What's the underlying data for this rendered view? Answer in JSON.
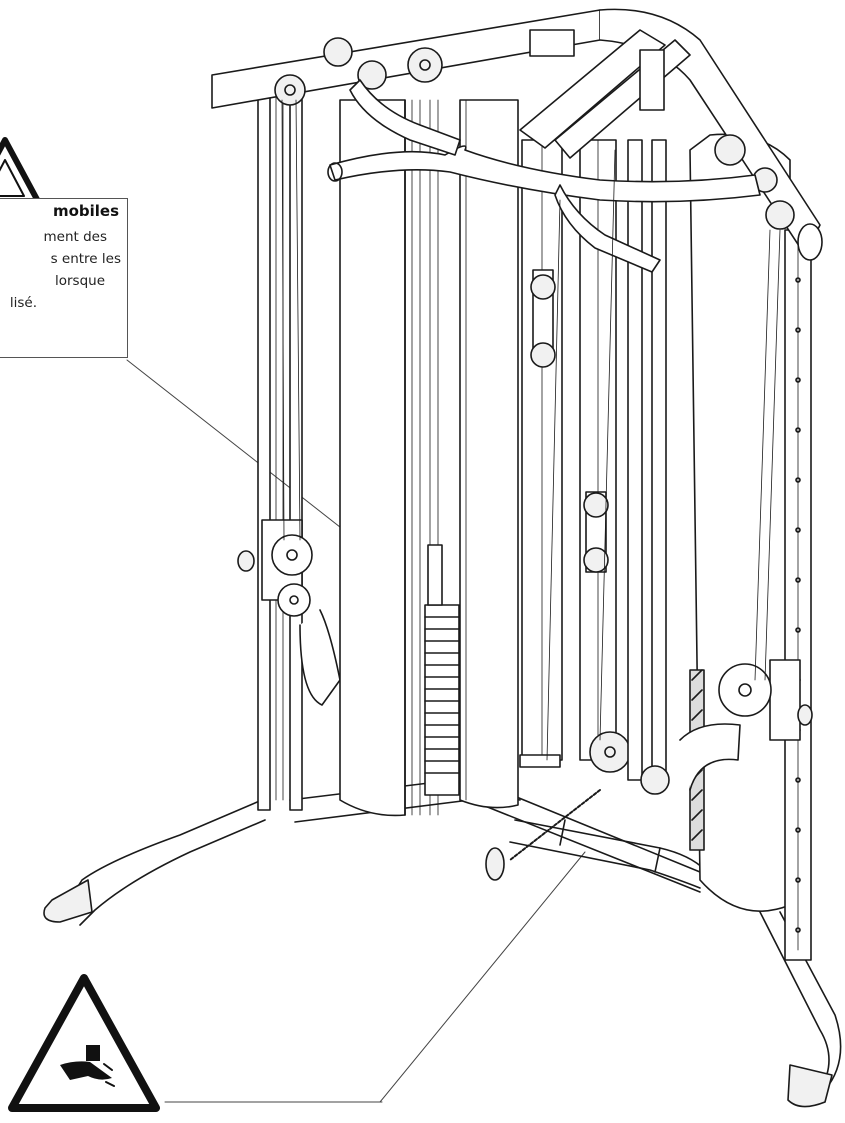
{
  "warning_label": {
    "title": "mobiles",
    "lines": [
      "ment des",
      "s entre les",
      "lorsque",
      "lisé."
    ]
  },
  "icons": {
    "top_warning": "warning-triangle-icon",
    "pinch_hazard": "hand-pinch-hazard-icon"
  },
  "colors": {
    "line": "#1a1a1a",
    "fill": "#ffffff",
    "shade": "#e6e6e6"
  }
}
